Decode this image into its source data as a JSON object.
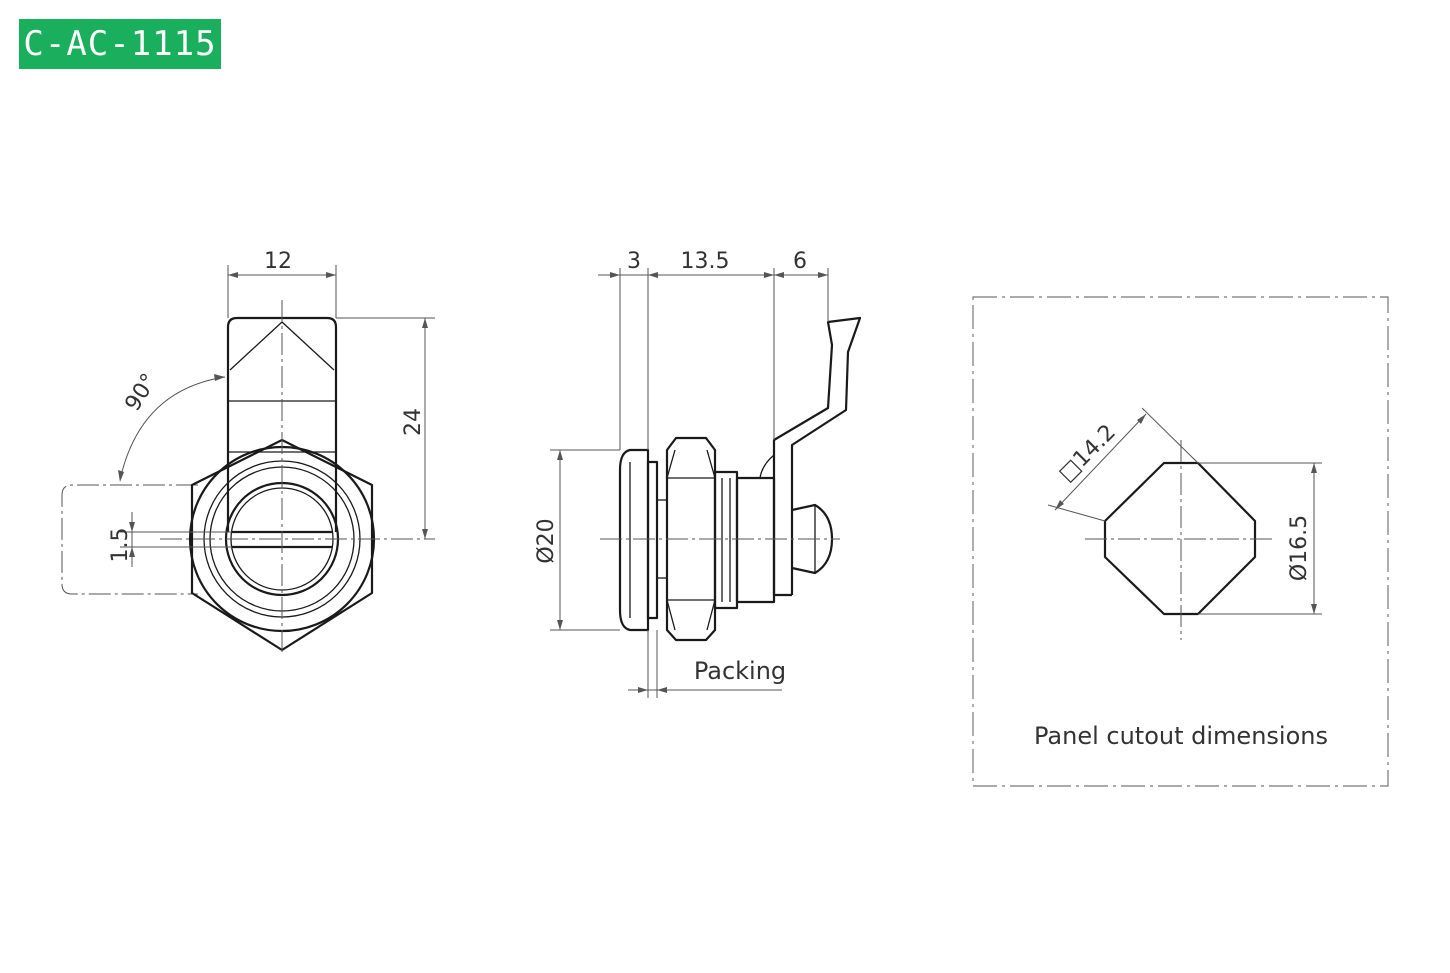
{
  "badge": {
    "label": "C-AC-1115",
    "color": "#1aaf5d"
  },
  "front_view": {
    "width_dim": "12",
    "height_dim": "24",
    "angle_dim": "90°",
    "slot_dim": "1.5"
  },
  "side_view": {
    "dim_flange": "3",
    "dim_body": "13.5",
    "dim_cam": "6",
    "dim_diameter": "Ø20",
    "packing_label": "Packing"
  },
  "cutout": {
    "flat_dim": "□14.2",
    "diameter_dim": "Ø16.5",
    "caption": "Panel cutout dimensions"
  }
}
